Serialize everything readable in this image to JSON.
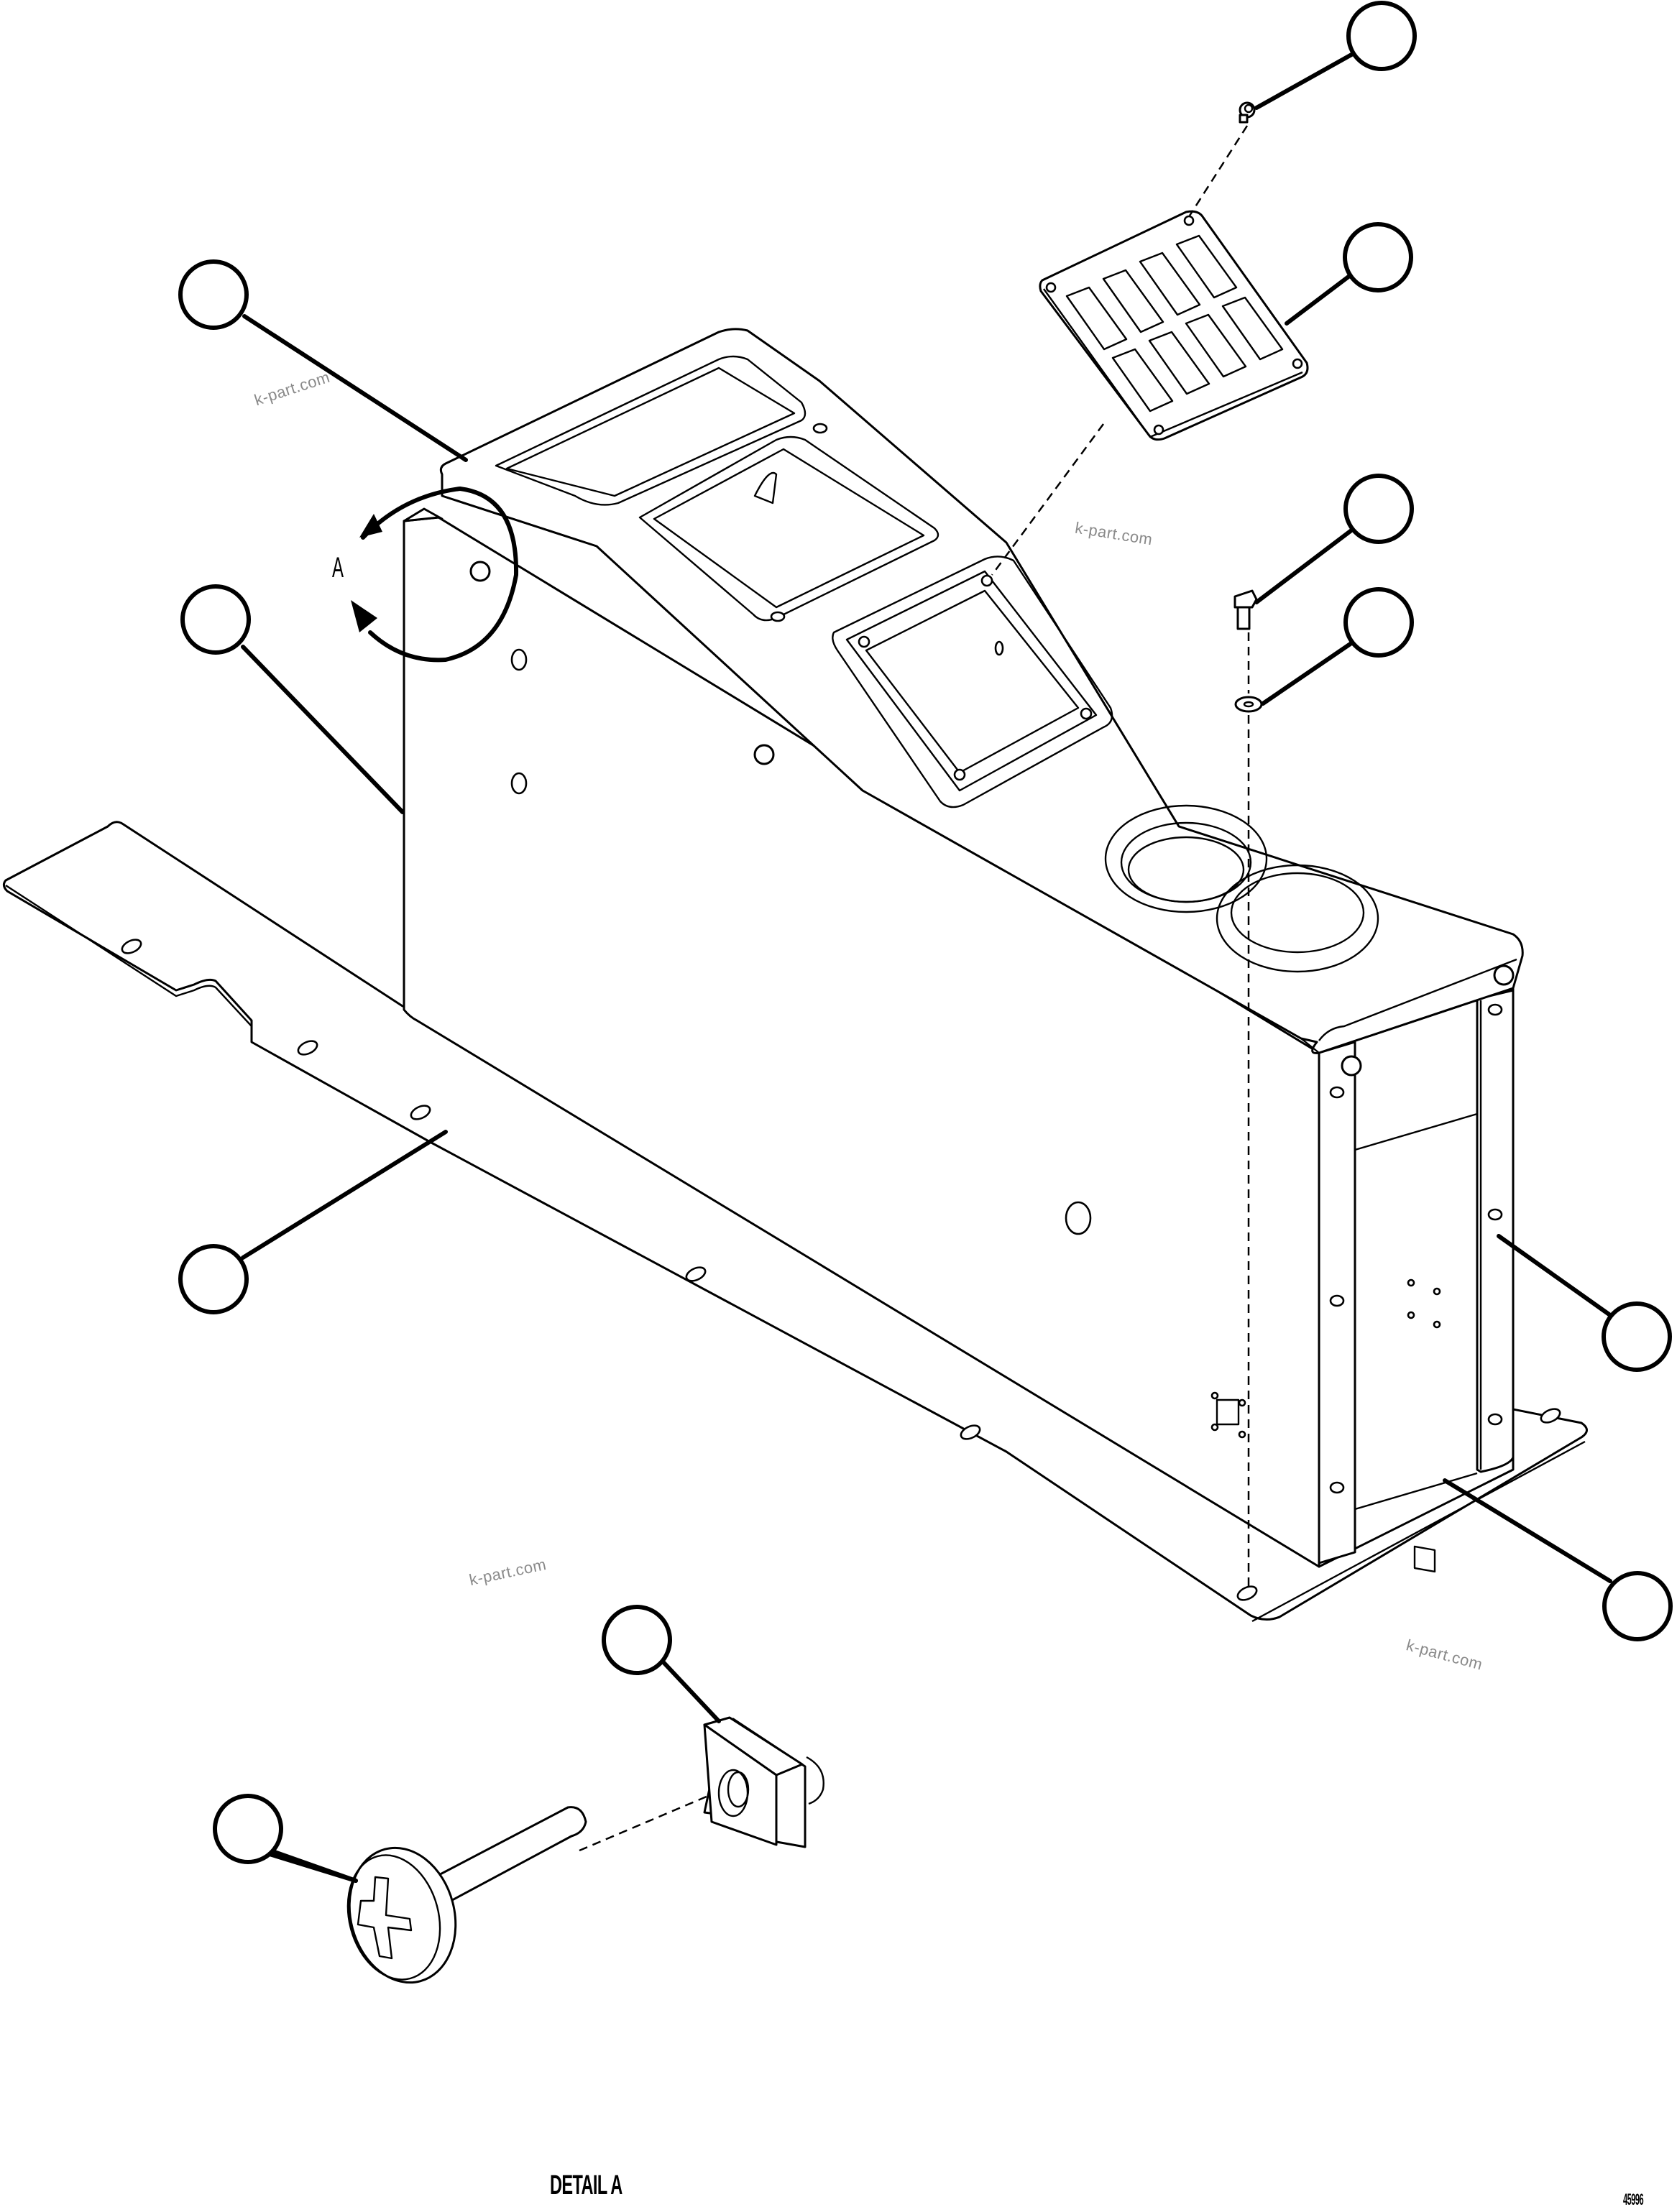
{
  "diagram": {
    "type": "exploded-parts-diagram",
    "subject": "center console assembly",
    "figure_number": "45996",
    "detail": {
      "view_marker": "A",
      "label": "DETAIL A",
      "parts": [
        "panhead phillips screw",
        "U-type clip nut"
      ]
    },
    "watermarks": [
      "k-part.com",
      "k-part.com",
      "k-part.com",
      "k-part.com"
    ],
    "callouts": [
      {
        "id": "c1",
        "label": "",
        "target": "screw (switch panel)"
      },
      {
        "id": "c2",
        "label": "",
        "target": "switch panel (8 switch openings)"
      },
      {
        "id": "c3",
        "label": "",
        "target": "bolt"
      },
      {
        "id": "c4",
        "label": "",
        "target": "washer"
      },
      {
        "id": "c5",
        "label": "",
        "target": "console top cover"
      },
      {
        "id": "c6",
        "label": "",
        "target": "console side panel"
      },
      {
        "id": "c7",
        "label": "",
        "target": "base plate"
      },
      {
        "id": "c8",
        "label": "",
        "target": "rear support bracket"
      },
      {
        "id": "c9",
        "label": "",
        "target": "lower rear bracket"
      },
      {
        "id": "c10",
        "label": "",
        "target": "clip nut (detail A)"
      },
      {
        "id": "c11",
        "label": "",
        "target": "screw (detail A)"
      }
    ],
    "colors": {
      "line": "#000000",
      "background": "#ffffff",
      "watermark": "#8a8a8a"
    }
  }
}
